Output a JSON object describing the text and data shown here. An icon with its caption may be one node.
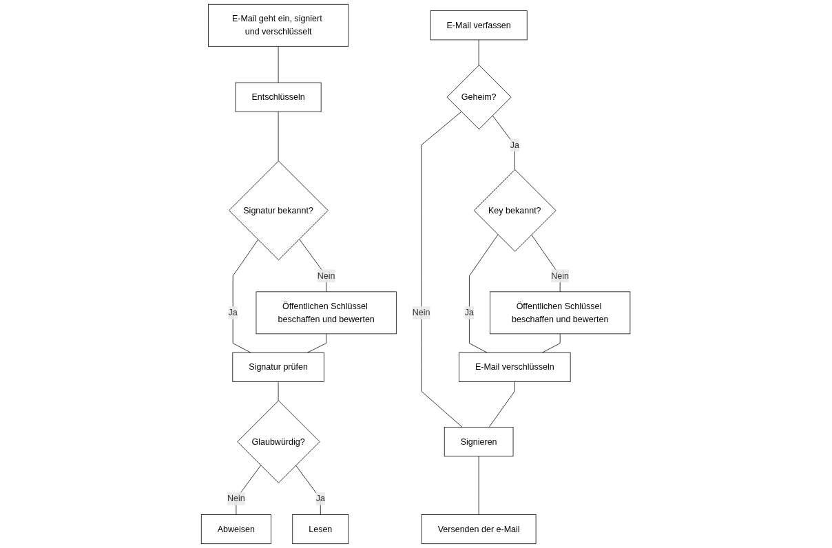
{
  "diagram": {
    "nodes": [
      {
        "text": [
          "E-Mail geht ein, signiert und verschlüsselt"
        ]
      },
      {
        "text": [
          "Entschlüsseln"
        ]
      },
      {
        "text": [
          "Signatur bekannt?"
        ]
      },
      {
        "text": [
          "Öffentlichen Schlüssel beschaffen und bewerten"
        ]
      },
      {
        "text": [
          "Signatur prüfen"
        ]
      },
      {
        "text": [
          "Glaubwürdig?"
        ]
      },
      {
        "text": [
          "Abweisen"
        ]
      },
      {
        "text": [
          "Lesen"
        ]
      },
      {
        "text": [
          "E-Mail verfassen"
        ]
      },
      {
        "text": [
          "Geheim?"
        ]
      },
      {
        "text": [
          "Key bekannt?"
        ]
      },
      {
        "text": [
          "Öffentlichen Schlüssel beschaffen und bewerten"
        ]
      },
      {
        "text": [
          "E-Mail verschlüsseln"
        ]
      },
      {
        "text": [
          "Signieren"
        ]
      },
      {
        "text": [
          "Versenden der e-Mail"
        ]
      }
    ],
    "edges": [
      {
        "from": 0,
        "to": 1,
        "arrow": "none"
      },
      {
        "from": 1,
        "to": 2,
        "arrow": "none"
      },
      {
        "from": 2,
        "to": 4,
        "arrow": "none",
        "label": "Ja"
      },
      {
        "from": 2,
        "to": 3,
        "arrow": "none",
        "label": "Nein"
      },
      {
        "from": 3,
        "to": 4,
        "arrow": "none"
      },
      {
        "from": 4,
        "to": 5,
        "arrow": "none"
      },
      {
        "from": 5,
        "to": 6,
        "arrow": "none",
        "label": "Nein"
      },
      {
        "from": 5,
        "to": 7,
        "arrow": "none",
        "label": "Ja"
      },
      {
        "from": 8,
        "to": 9,
        "arrow": "none"
      },
      {
        "from": 9,
        "to": 10,
        "arrow": "none",
        "label": "Ja"
      },
      {
        "from": 9,
        "to": 13,
        "arrow": "none",
        "label": "Nein"
      },
      {
        "from": 10,
        "to": 12,
        "arrow": "none",
        "label": "Ja"
      },
      {
        "from": 10,
        "to": 11,
        "arrow": "none",
        "label": "Nein"
      },
      {
        "from": 11,
        "to": 12,
        "arrow": "none"
      },
      {
        "from": 12,
        "to": 13,
        "arrow": "none"
      },
      {
        "from": 13,
        "to": 14,
        "arrow": "none"
      }
    ]
  }
}
